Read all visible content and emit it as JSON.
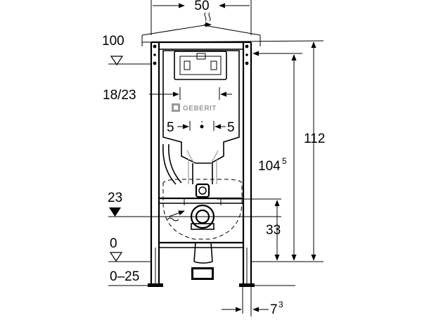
{
  "diagram": {
    "brand_logo_text": "GEBERIT",
    "dimensions": {
      "width_top": "50",
      "level_100": "100",
      "width_18_23": "18/23",
      "offset_left": "5",
      "offset_right": "5",
      "height_112": "112",
      "height_104": "104",
      "height_104_sup": "5",
      "level_23": "23",
      "height_33": "33",
      "level_0": "0",
      "range_0_25": "0–25",
      "depth_7": "7",
      "depth_7_sup": "3"
    }
  }
}
